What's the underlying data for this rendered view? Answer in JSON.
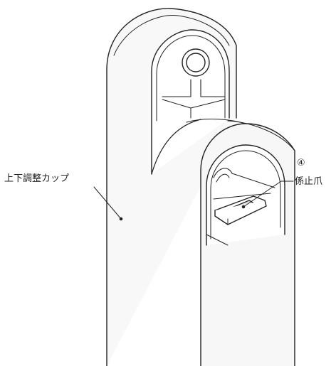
{
  "callouts": {
    "adjust_cup_label": "上下調整カップ",
    "marker_number": "④",
    "locking_claw_label": "係止爪"
  },
  "colors": {
    "line": "#222222",
    "fill": "#f7f7f7",
    "shadow": "#e6e6e6"
  }
}
